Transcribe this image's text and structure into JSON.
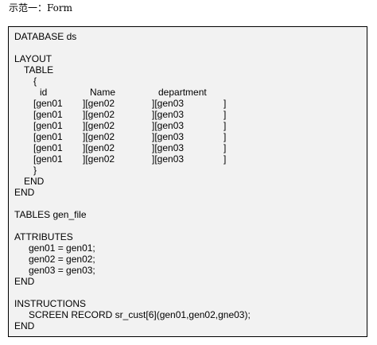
{
  "caption": "示范一：Form",
  "code": {
    "database": "DATABASE ds",
    "layout": "LAYOUT",
    "table": "TABLE",
    "brace_open": "{",
    "headers": [
      "id",
      "Name",
      "department"
    ],
    "rows": [
      [
        "[gen01",
        "][gen02",
        "][gen03",
        "]"
      ],
      [
        "[gen01",
        "][gen02",
        "][gen03",
        "]"
      ],
      [
        "[gen01",
        "][gen02",
        "][gen03",
        "]"
      ],
      [
        "[gen01",
        "][gen02",
        "][gen03",
        "]"
      ],
      [
        "[gen01",
        "][gen02",
        "][gen03",
        "]"
      ],
      [
        "[gen01",
        "][gen02",
        "][gen03",
        "]"
      ]
    ],
    "brace_close": "}",
    "end_inner": "END",
    "end_outer": "END",
    "tables": "TABLES gen_file",
    "attributes": "ATTRIBUTES",
    "attr_lines": [
      "gen01 = gen01;",
      "gen02 = gen02;",
      "gen03 = gen03;"
    ],
    "attr_end": "END",
    "instructions": "INSTRUCTIONS",
    "screen_record": "SCREEN RECORD sr_cust[6](gen01,gen02,gne03);",
    "instr_end": "END"
  }
}
